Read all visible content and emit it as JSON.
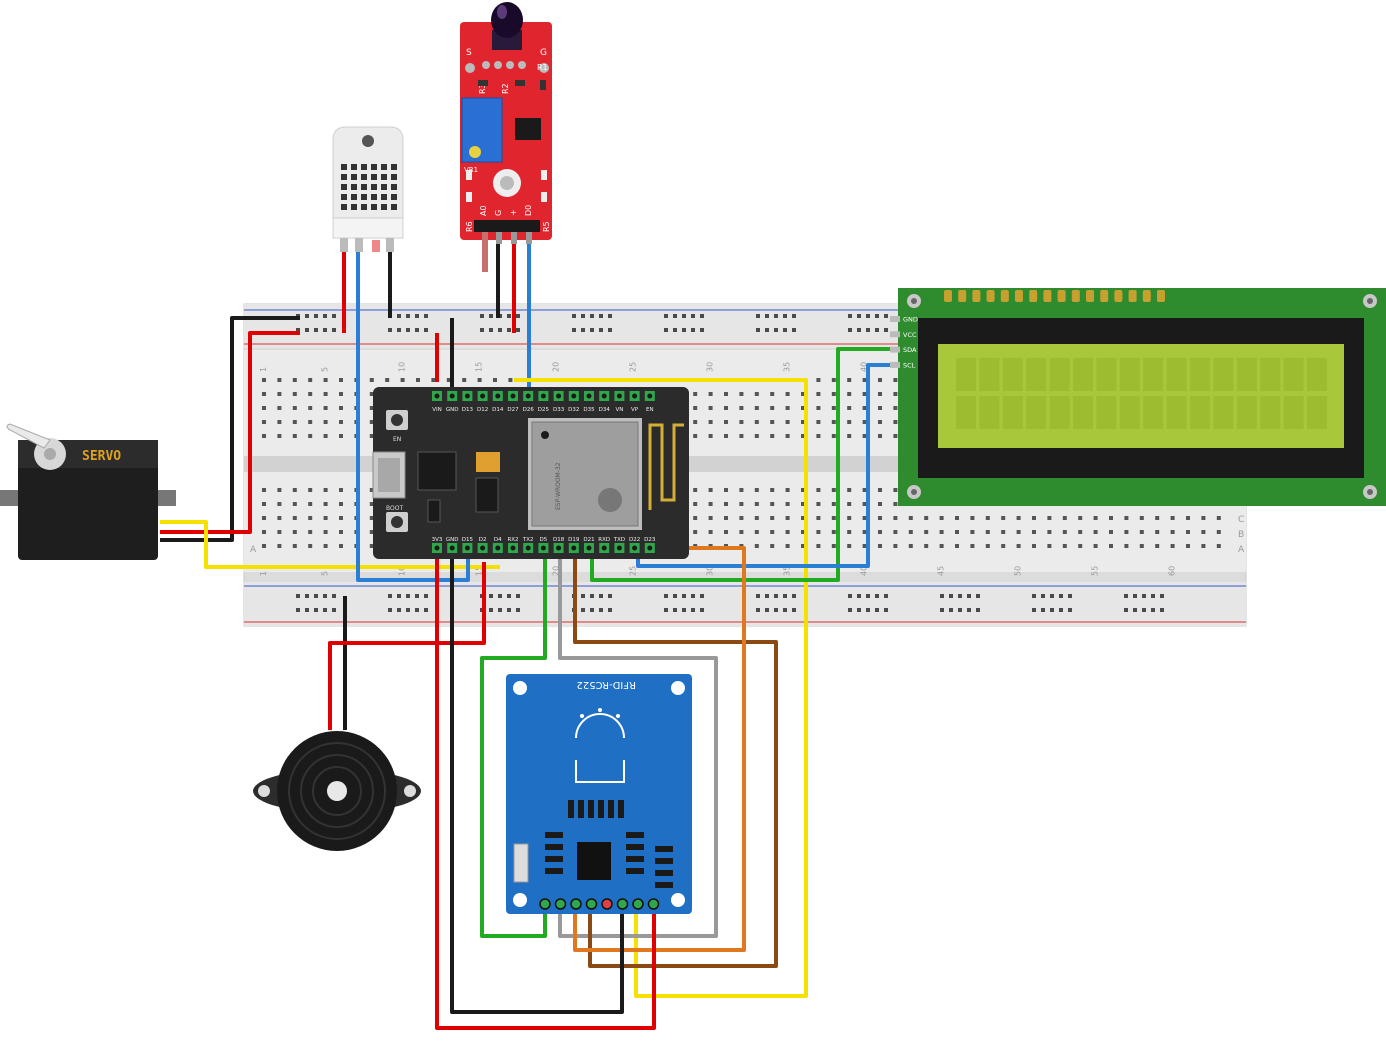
{
  "breadboard": {
    "col_numbers": [
      "1",
      "5",
      "10",
      "15",
      "20",
      "25",
      "30",
      "35",
      "40",
      "45",
      "50",
      "55",
      "60"
    ],
    "row_letters_right": [
      "C",
      "B",
      "A"
    ],
    "row_letters_left": [
      "A"
    ]
  },
  "esp32": {
    "top_pins": [
      "VIN",
      "GND",
      "D13",
      "D12",
      "D14",
      "D27",
      "D26",
      "D25",
      "D33",
      "D32",
      "D35",
      "D34",
      "VN",
      "VP",
      "EN"
    ],
    "bottom_pins": [
      "3V3",
      "GND",
      "D15",
      "D2",
      "D4",
      "RX2",
      "TX2",
      "D5",
      "D18",
      "D19",
      "D21",
      "RXD",
      "TXD",
      "D22",
      "D23"
    ],
    "en_label": "EN",
    "boot_label": "BOOT",
    "module_label": "ESP-WROOM-32"
  },
  "flame_sensor": {
    "pin_labels": [
      "A0",
      "G",
      "+",
      "D0"
    ],
    "top_labels": [
      "S",
      "G"
    ],
    "resistor_labels": [
      "R1",
      "R2",
      "R3",
      "R5",
      "R6"
    ],
    "vr_label": "VR1"
  },
  "lcd": {
    "pin_labels": [
      "GND",
      "VCC",
      "SDA",
      "SCL"
    ],
    "screen_color": "#a8c73a",
    "board_color": "#2e8b2e"
  },
  "servo": {
    "label": "SERVO"
  },
  "rfid": {
    "label": "RFID-RC522",
    "board_color": "#1f6fc4"
  },
  "colors": {
    "wire_red": "#e00000",
    "wire_black": "#1a1a1a",
    "wire_blue": "#2a7fd4",
    "wire_yellow": "#f5e000",
    "wire_green": "#22aa22",
    "wire_orange": "#e07820",
    "wire_brown": "#8b4a14",
    "wire_gray": "#999999",
    "esp_board": "#2b2b2b",
    "flame_board": "#e0252e"
  }
}
